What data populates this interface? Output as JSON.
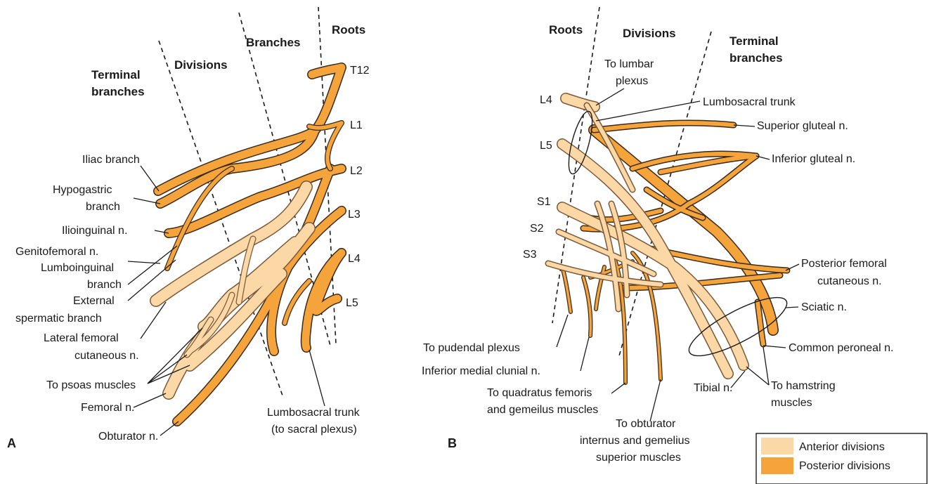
{
  "colors": {
    "anterior_divisions": "#fbd8a6",
    "posterior_divisions": "#f4a43a",
    "outline": "#3a2a1a"
  },
  "panel_a": {
    "panel_label": "A",
    "headers": {
      "terminal_branches_line1": "Terminal",
      "terminal_branches_line2": "branches",
      "divisions": "Divisions",
      "branches": "Branches",
      "roots": "Roots"
    },
    "roots": [
      "T12",
      "L1",
      "L2",
      "L3",
      "L4",
      "L5"
    ],
    "labels": {
      "iliac_branch": "Iliac branch",
      "hypogastric_line1": "Hypogastric",
      "hypogastric_line2": "branch",
      "ilioinguinal": "Ilioinguinal n.",
      "genitofemoral": "Genitofemoral n.",
      "lumboinguinal_line1": "Lumboinguinal",
      "lumboinguinal_line2": "branch",
      "external_spermatic_line1": "External",
      "external_spermatic_line2": "spermatic branch",
      "lateral_femoral_line1": "Lateral femoral",
      "lateral_femoral_line2": "cutaneous n.",
      "to_psoas": "To psoas muscles",
      "femoral": "Femoral n.",
      "obturator": "Obturator n.",
      "lumbosacral_trunk_line1": "Lumbosacral trunk",
      "lumbosacral_trunk_line2": "(to sacral plexus)"
    }
  },
  "panel_b": {
    "panel_label": "B",
    "headers": {
      "roots": "Roots",
      "divisions": "Divisions",
      "terminal_branches_line1": "Terminal",
      "terminal_branches_line2": "branches"
    },
    "roots": [
      "L4",
      "L5",
      "S1",
      "S2",
      "S3"
    ],
    "labels": {
      "to_lumbar_plexus_line1": "To lumbar",
      "to_lumbar_plexus_line2": "plexus",
      "lumbosacral_trunk": "Lumbosacral trunk",
      "superior_gluteal": "Superior gluteal n.",
      "inferior_gluteal": "Inferior gluteal n.",
      "posterior_femoral_line1": "Posterior femoral",
      "posterior_femoral_line2": "cutaneous n.",
      "sciatic": "Sciatic n.",
      "common_peroneal": "Common peroneal n.",
      "to_hamstring_line1": "To hamstring",
      "to_hamstring_line2": "muscles",
      "tibial": "Tibial n.",
      "to_pudendal": "To pudendal plexus",
      "inferior_medial_clunial": "Inferior medial clunial n.",
      "to_quadratus_line1": "To quadratus femoris",
      "to_quadratus_line2": "and gemeilus muscles",
      "to_obturator_line1": "To obturator",
      "to_obturator_line2": "internus and gemelius",
      "to_obturator_line3": "superior muscles"
    }
  },
  "legend": {
    "anterior": "Anterior divisions",
    "posterior": "Posterior divisions"
  }
}
